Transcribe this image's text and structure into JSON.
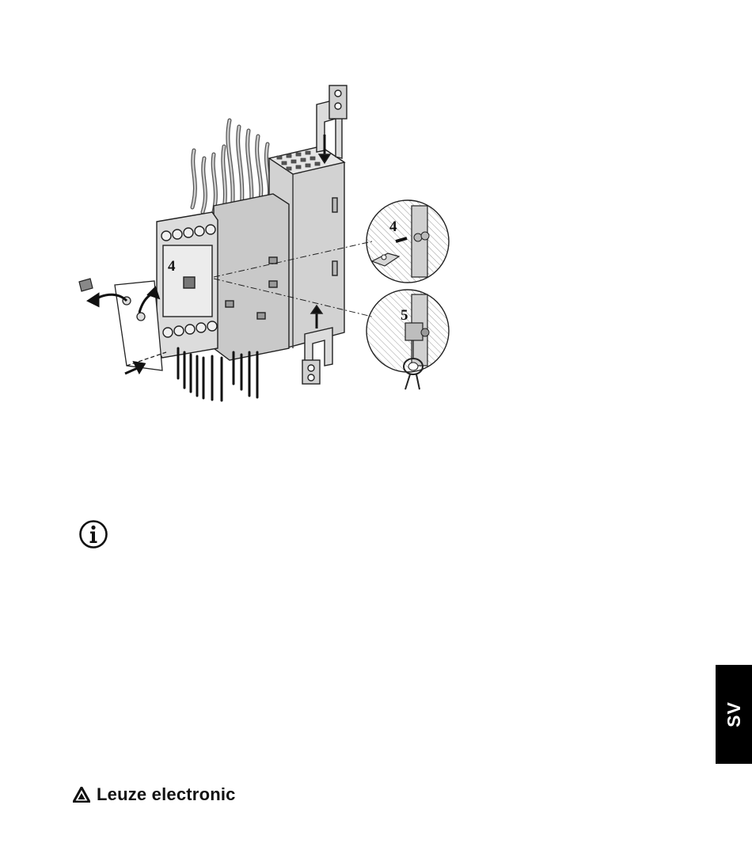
{
  "figure": {
    "callout_main": "4",
    "callout_detail_top": "4",
    "callout_detail_bottom": "5"
  },
  "icons": {
    "info": "info-icon",
    "logo": "leuze-logo-icon"
  },
  "language_tab": {
    "label": "SV",
    "background": "#000000",
    "text_color": "#ffffff"
  },
  "footer": {
    "brand_name": "Leuze electronic"
  }
}
